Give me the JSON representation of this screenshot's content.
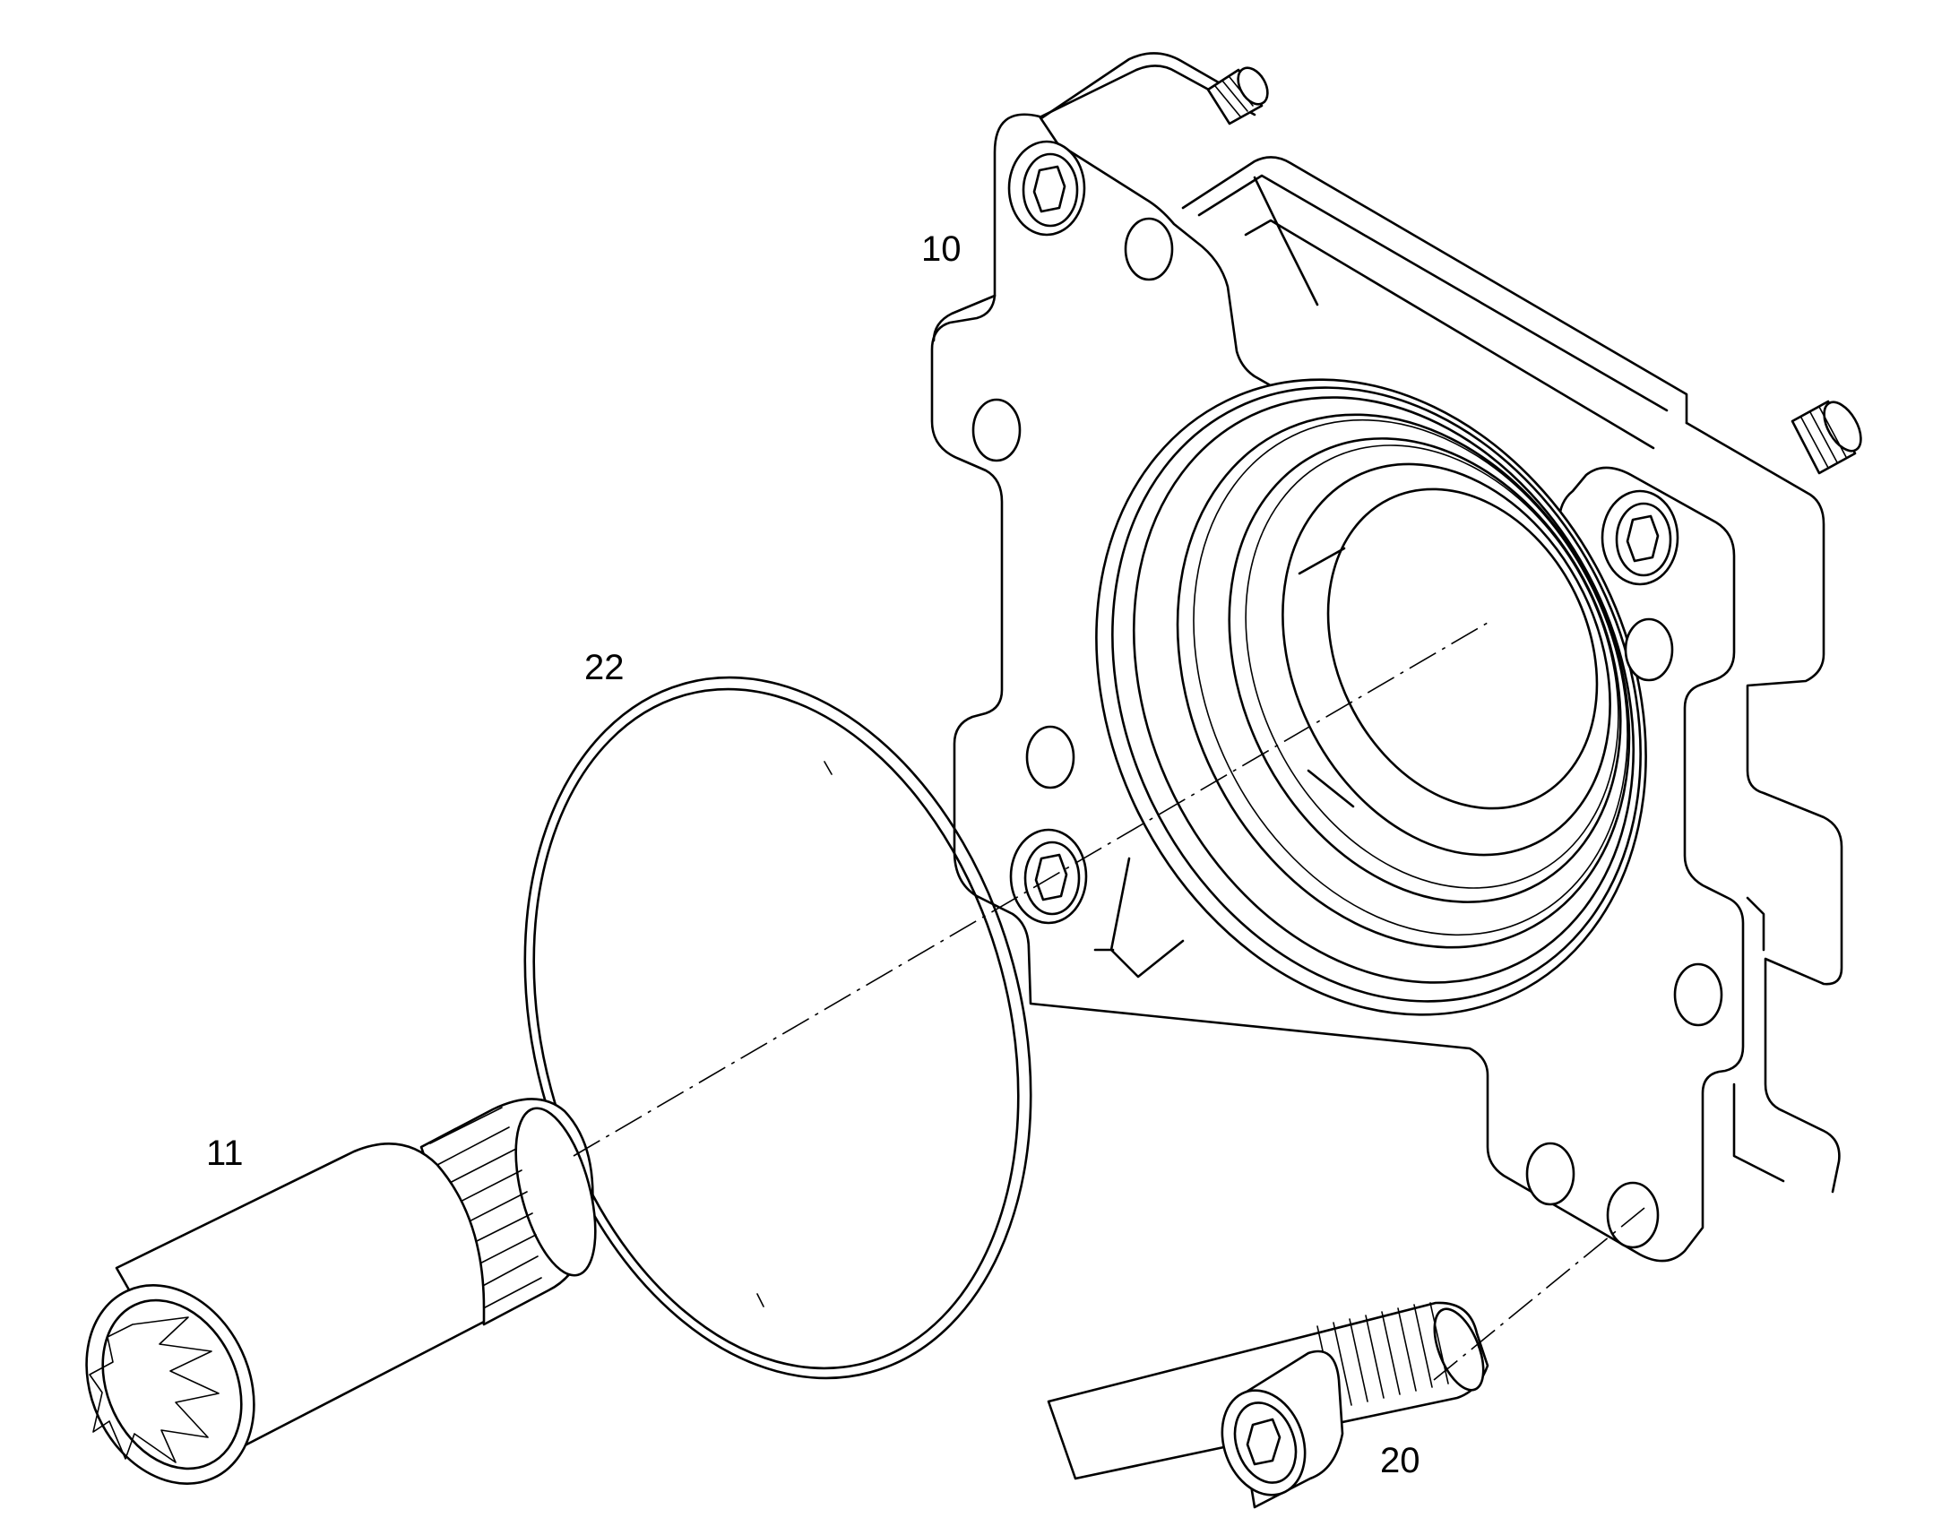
{
  "labels": {
    "housing": "10",
    "coupling": "11",
    "screw": "20",
    "oring": "22"
  },
  "colors": {
    "line": "#000000",
    "background": "#ffffff"
  }
}
